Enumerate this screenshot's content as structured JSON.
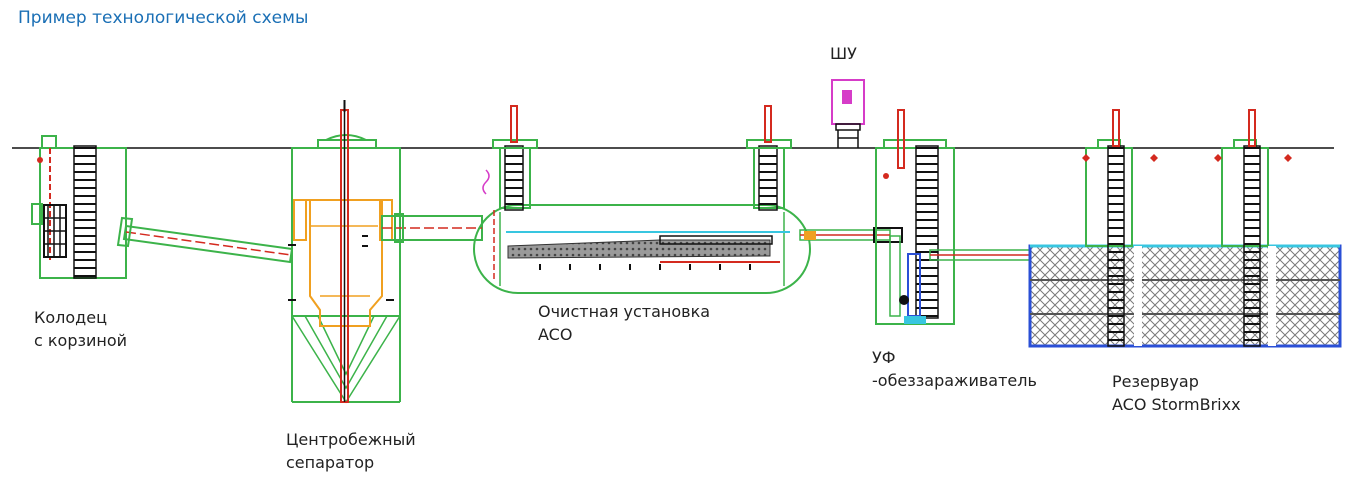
{
  "title": "Пример технологической схемы",
  "labels": {
    "well_line1": "Колодец",
    "well_line2": "с корзиной",
    "separator_line1": "Центробежный",
    "separator_line2": "сепаратор",
    "aco_line1": "Очистная установка",
    "aco_line2": "ACO",
    "control_cabinet": "ШУ",
    "uv_line1": "УФ",
    "uv_line2": "-обеззараживатель",
    "tank_line1": "Резервуар",
    "tank_line2": "ACO StormBrixx"
  },
  "colors": {
    "title": "#1a6fb5",
    "outline": "#3cb34a",
    "pipe_red": "#d42a1f",
    "separator_orange": "#f0a020",
    "cabinet_magenta": "#d63cc8",
    "tank_blue": "#2a4fd6",
    "water_cyan": "#38c6e0"
  }
}
